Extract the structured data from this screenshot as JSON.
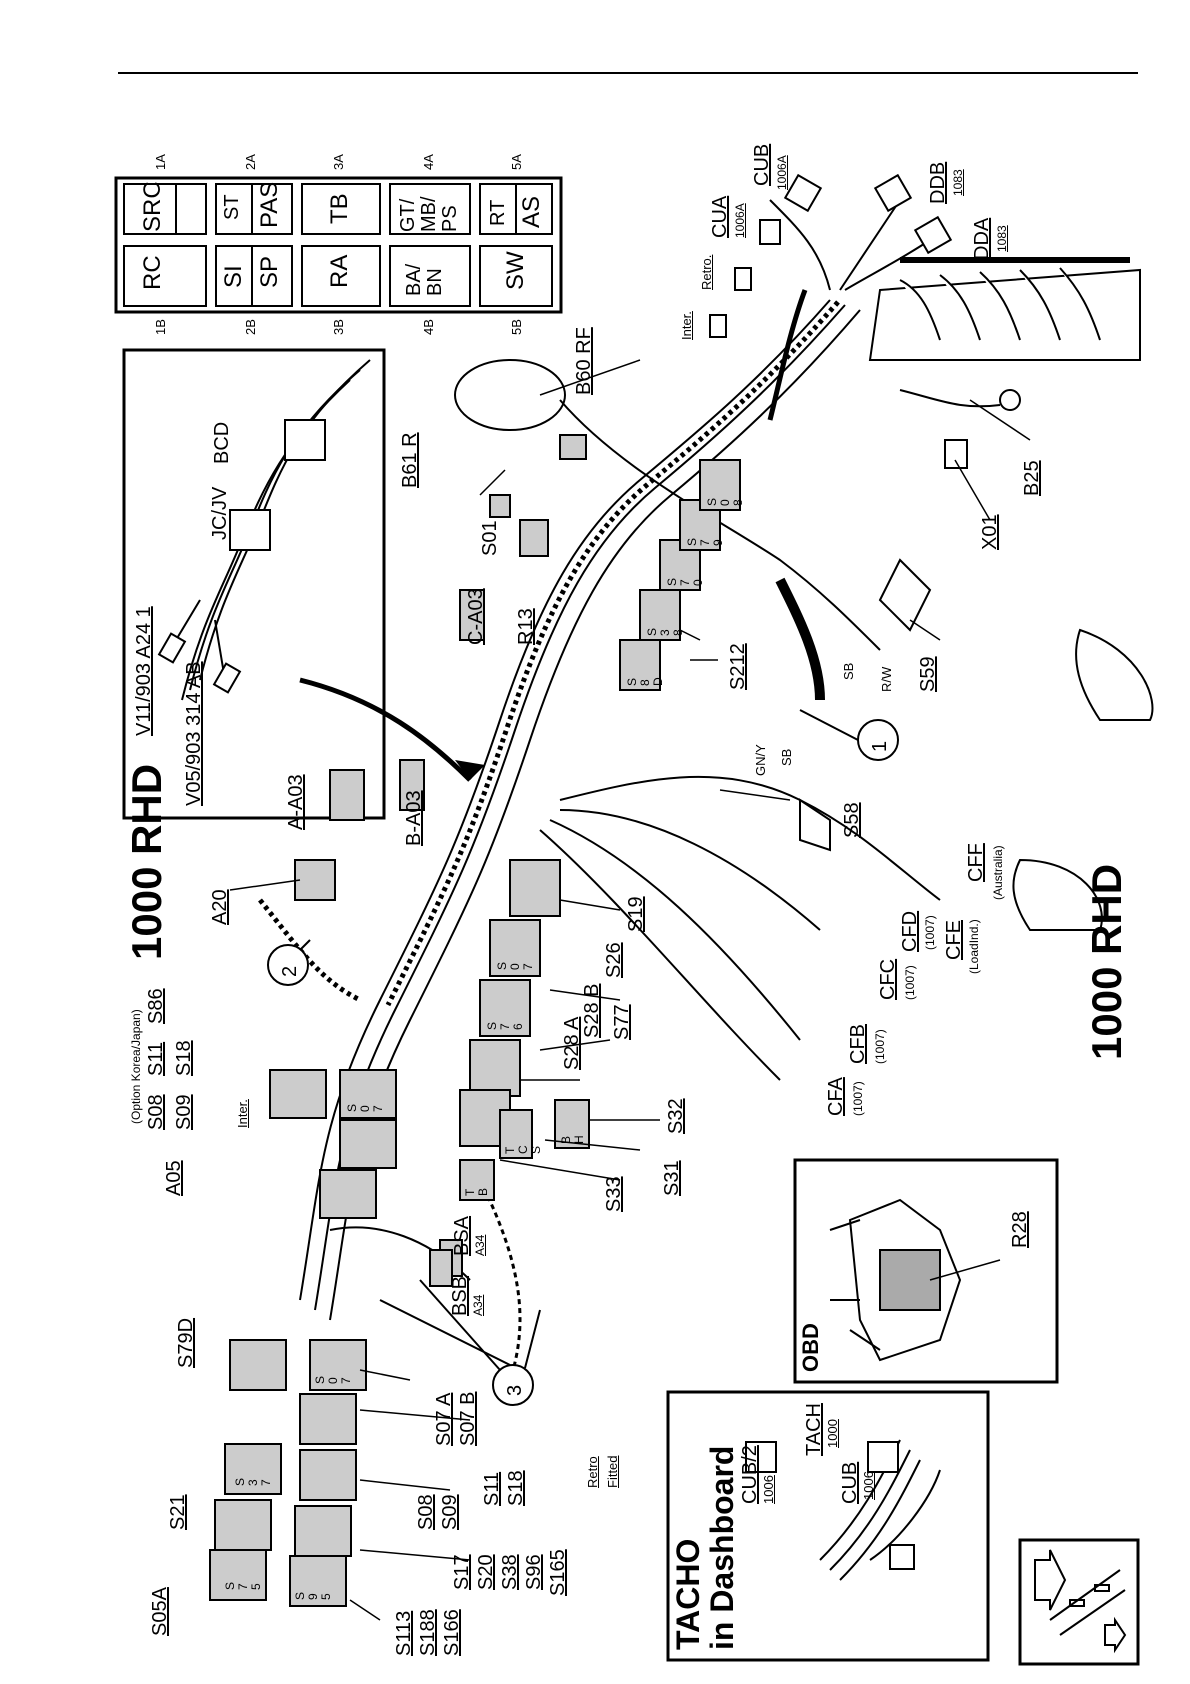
{
  "relay_matrix": {
    "cells": [
      [
        "SRC",
        "",
        "RC",
        ""
      ],
      [
        "ST",
        "PAS",
        "SI",
        "SP"
      ],
      [
        "TB",
        "RA"
      ],
      [
        "GT/\nMB/\nPS",
        "BA/\nBN"
      ],
      [
        "RT",
        "AS",
        "SW"
      ]
    ],
    "rows_top": [
      "1A",
      "2A",
      "3A",
      "4A",
      "5A"
    ],
    "rows_bottom": [
      "1B",
      "2B",
      "3B",
      "4B",
      "5B"
    ]
  },
  "titles": {
    "rhd_left": "1000 RHD",
    "rhd_right": "1000 RHD",
    "tacho": "TACHO\nin Dashboard",
    "obd": "OBD"
  },
  "inset_labels": {
    "v05": "V05/903 314 AB",
    "v11": "V11/903 A24 1",
    "jcjv": "JC/JV",
    "bcd": "BCD"
  },
  "labels": {
    "cua": "CUA",
    "cua_n": "1006A",
    "cub_top": "CUB",
    "cub_top_n": "1006A",
    "ddb": "DDB",
    "ddb_n": "1083",
    "dda": "DDA",
    "dda_n": "1083",
    "retro_top": "Retro.",
    "inter_top": "Inter.",
    "b60": "B60 RF",
    "b61": "B61 R",
    "b25": "B25",
    "x01": "X01",
    "s01": "S01",
    "s212": "S212",
    "r13": "R13",
    "ca03": "C-A03",
    "sb1": "SB",
    "rw": "R/W",
    "s59": "S59",
    "c1": "1",
    "gny": "GN/Y",
    "sb2": "SB",
    "s58": "S58",
    "aa03": "A-A03",
    "ba03": "B-A03",
    "a20": "A20",
    "c2": "2",
    "s19": "S19",
    "s26": "S26",
    "s28b": "S28 B",
    "s77": "S77",
    "s28a": "S28 A",
    "cff": "CFF",
    "cff_n": "(Australia)",
    "cfe": "CFE",
    "cfe_n": "(LoadInd.)",
    "cfd": "CFD",
    "cfd_n": "(1007)",
    "cfc": "CFC",
    "cfc_n": "(1007)",
    "cfb": "CFB",
    "cfb_n": "(1007)",
    "cfa": "CFA",
    "cfa_n": "(1007)",
    "s32": "S32",
    "s31": "S31",
    "s33": "S33",
    "r28": "R28",
    "opt": "(Option Korea/Japan)",
    "s08": "S08",
    "s11": "S11",
    "s86": "S86",
    "s09": "S09",
    "s18": "S18",
    "inter_mid": "Inter.",
    "a05": "A05",
    "bsa": "BSA",
    "bsa_n": "A34",
    "bsb": "BSB",
    "bsb_n": "A34",
    "c3": "3",
    "retro_b": "Retro",
    "fitted": "Fitted",
    "s05a": "S05A",
    "s21": "S21",
    "s79d": "S79D",
    "s07a": "S07 A",
    "s07b": "S07 B",
    "s11b": "S11",
    "s18b": "S18",
    "s08b": "S08",
    "s09b": "S09",
    "s17": "S17",
    "s20": "S20",
    "s38": "S38",
    "s96": "S96",
    "s165": "S165",
    "s113": "S113",
    "s188": "S188",
    "s166": "S166",
    "cub2": "CUB/2",
    "cub2_n": "1006",
    "tach": "TACH",
    "tach_n": "1000",
    "cub_b": "CUB",
    "cub_b_n": "1006"
  },
  "switch_glyphs": {
    "s212_1": "S\n8\nD",
    "s212_2": "S\n3\n8",
    "s212_3": "S\n7\n0",
    "s212_4": "S\n7\n9",
    "s212_5": "S\n0\n8",
    "mid_1": "S\n0\n7",
    "mid_2": "S\n7\n6",
    "tcs": "T\nC\nS",
    "bh": "B\nH",
    "tb": "T\nB",
    "left_1": "S\n0\n7",
    "low_1": "S\n3\n7",
    "low_2": "S\n7\n5",
    "low_3": "S\n0\n7",
    "low_4": "S\n9\n5"
  }
}
